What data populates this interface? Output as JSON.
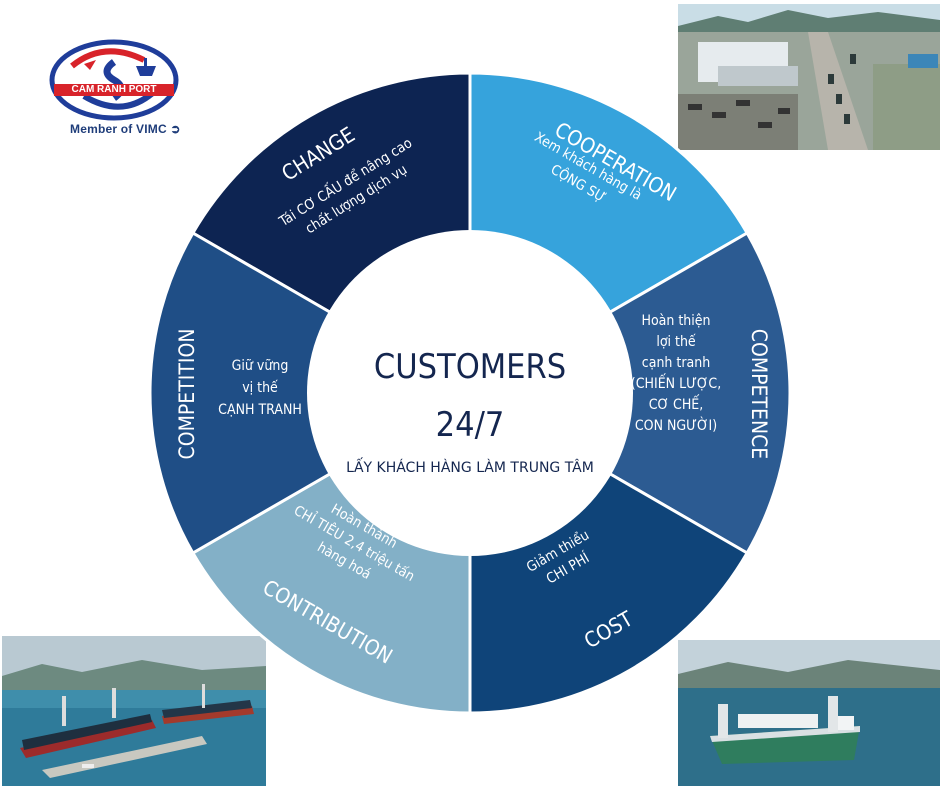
{
  "brand": {
    "logo_text": "CAM RANH PORT",
    "member_prefix": "Member of",
    "member_brand": "VIMC"
  },
  "center": {
    "title": "CUSTOMERS",
    "subtitle": "24/7",
    "tagline": "LẤY KHÁCH HÀNG LÀM TRUNG TÂM"
  },
  "segments": [
    {
      "key": "change",
      "title": "CHANGE",
      "lines": [
        "Tái CƠ CẤU để nâng cao",
        "chất lượng dịch vụ"
      ],
      "color": "#0d2452"
    },
    {
      "key": "cooperation",
      "title": "COOPERATION",
      "lines": [
        "Xem khách hàng là",
        "CỘNG SỰ"
      ],
      "color": "#36a3dc"
    },
    {
      "key": "competence",
      "title": "COMPETENCE",
      "lines": [
        "Hoàn thiện",
        "lợi thế",
        "cạnh tranh",
        "(CHIẾN LƯỢC,",
        "CƠ CHẾ,",
        "CON NGƯỜI)"
      ],
      "color": "#2c5b92"
    },
    {
      "key": "cost",
      "title": "COST",
      "lines": [
        "Giảm thiểu",
        "CHI PHÍ"
      ],
      "color": "#0f4479"
    },
    {
      "key": "contribution",
      "title": "CONTRIBUTION",
      "lines": [
        "Hoàn thành",
        "CHỈ TIÊU 2,4 triệu tấn",
        "hàng hoá"
      ],
      "color": "#83b0c7"
    },
    {
      "key": "competition",
      "title": "COMPETITION",
      "lines": [
        "Giữ vững",
        "vị thế",
        "CẠNH TRANH"
      ],
      "color": "#1f4e86"
    }
  ]
}
